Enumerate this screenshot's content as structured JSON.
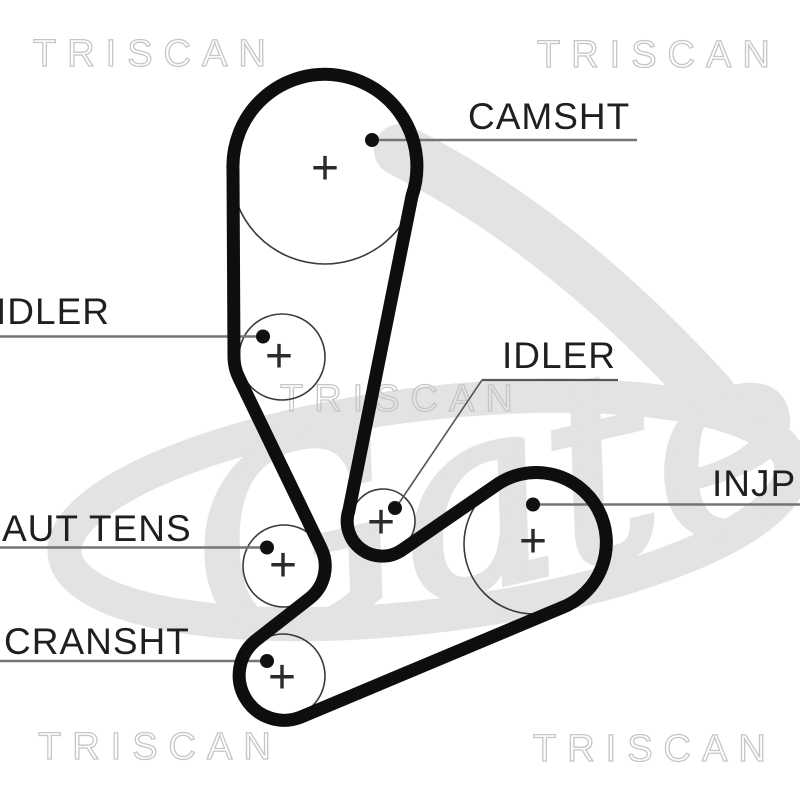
{
  "watermarks": {
    "triscan": "TRISCAN",
    "gates": "Gates"
  },
  "labels": {
    "camshaft": "CAMSHT",
    "idler_left": "IDLER",
    "idler_right": "IDLER",
    "tensioner": "AUT TENS",
    "crankshaft": "CRANSHT",
    "injection_pump": "INJP"
  },
  "markers": {
    "pulley_center_glyph": "+"
  },
  "colors": {
    "background": "#ffffff",
    "belt": "#0e0e0e",
    "label_text": "#1f1f1f",
    "leader_line": "#757575",
    "pulley_outline": "#3a3a3a",
    "leader_dot": "#111111",
    "watermark_outline": "#c6c6c6",
    "watermark_fill": "#e3e3e3"
  }
}
